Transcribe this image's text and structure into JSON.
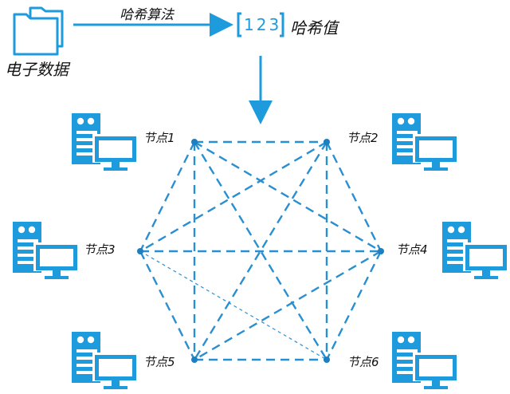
{
  "top": {
    "source_label": "电子数据",
    "algorithm_label": "哈希算法",
    "hash_digits": "123",
    "hash_value_label": "哈希值"
  },
  "nodes": [
    {
      "label": "节点1"
    },
    {
      "label": "节点2"
    },
    {
      "label": "节点3"
    },
    {
      "label": "节点4"
    },
    {
      "label": "节点5"
    },
    {
      "label": "节点6"
    }
  ],
  "colors": {
    "accent": "#1E9BDC",
    "line": "#2A8FD0",
    "text": "#111111"
  },
  "icons": [
    "folder-icon",
    "hash-box-icon",
    "server-computer-icon"
  ]
}
